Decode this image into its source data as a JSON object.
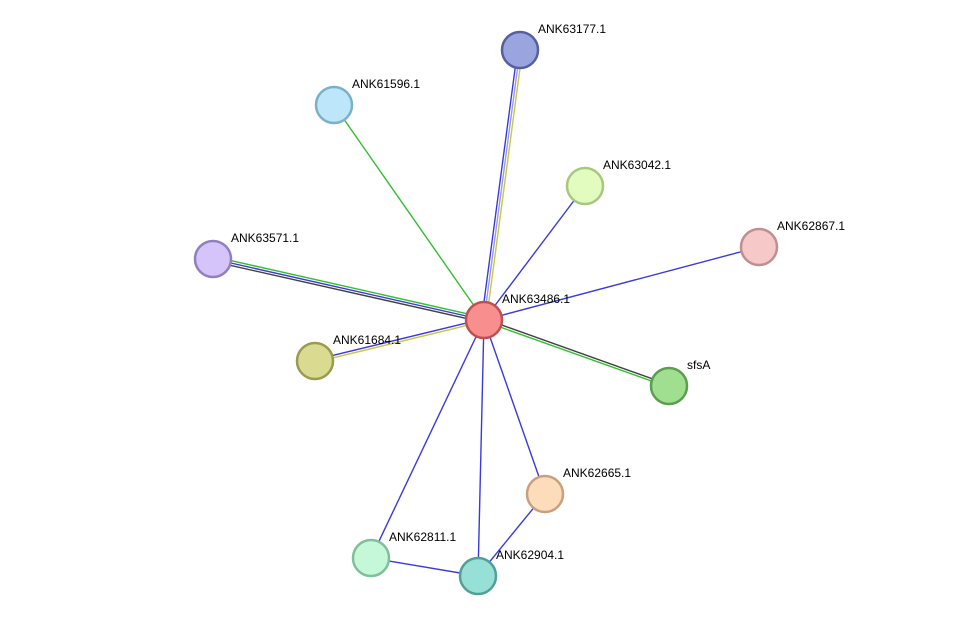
{
  "network": {
    "center": "ANK63486.1",
    "nodes": [
      {
        "id": "ANK63486.1",
        "label": "ANK63486.1",
        "fill": "#f88e8e",
        "stroke": "#c05050"
      },
      {
        "id": "ANK63177.1",
        "label": "ANK63177.1",
        "fill": "#9aa5e0",
        "stroke": "#5560a0"
      },
      {
        "id": "ANK61596.1",
        "label": "ANK61596.1",
        "fill": "#bde6fa",
        "stroke": "#7ab0c8"
      },
      {
        "id": "ANK63042.1",
        "label": "ANK63042.1",
        "fill": "#e2fcc0",
        "stroke": "#a8c880"
      },
      {
        "id": "ANK62867.1",
        "label": "ANK62867.1",
        "fill": "#f7c8c8",
        "stroke": "#c09090"
      },
      {
        "id": "ANK63571.1",
        "label": "ANK63571.1",
        "fill": "#d4c4fa",
        "stroke": "#9080c0"
      },
      {
        "id": "ANK61684.1",
        "label": "ANK61684.1",
        "fill": "#dada90",
        "stroke": "#9a9a50"
      },
      {
        "id": "sfsA",
        "label": "sfsA",
        "fill": "#a0de90",
        "stroke": "#5a9e50"
      },
      {
        "id": "ANK62665.1",
        "label": "ANK62665.1",
        "fill": "#fddcbc",
        "stroke": "#c8a080"
      },
      {
        "id": "ANK62811.1",
        "label": "ANK62811.1",
        "fill": "#c4f8d8",
        "stroke": "#80c098"
      },
      {
        "id": "ANK62904.1",
        "label": "ANK62904.1",
        "fill": "#96e0d8",
        "stroke": "#50a098"
      }
    ],
    "edges": [
      {
        "source": "ANK63486.1",
        "target": "ANK63177.1",
        "colors": [
          "#3a3adc",
          "#9a9ae8",
          "#c8c840"
        ]
      },
      {
        "source": "ANK63486.1",
        "target": "ANK61596.1",
        "colors": [
          "#30c030"
        ]
      },
      {
        "source": "ANK63486.1",
        "target": "ANK63042.1",
        "colors": [
          "#3a3adc"
        ]
      },
      {
        "source": "ANK63486.1",
        "target": "ANK62867.1",
        "colors": [
          "#3a3adc"
        ]
      },
      {
        "source": "ANK63486.1",
        "target": "ANK63571.1",
        "colors": [
          "#404040",
          "#3a3adc",
          "#30c030"
        ]
      },
      {
        "source": "ANK63486.1",
        "target": "ANK61684.1",
        "colors": [
          "#c8c840",
          "#3a3adc"
        ]
      },
      {
        "source": "ANK63486.1",
        "target": "sfsA",
        "colors": [
          "#404040",
          "#30c030"
        ]
      },
      {
        "source": "ANK63486.1",
        "target": "ANK62665.1",
        "colors": [
          "#3a3adc"
        ]
      },
      {
        "source": "ANK63486.1",
        "target": "ANK62811.1",
        "colors": [
          "#3a3adc"
        ]
      },
      {
        "source": "ANK63486.1",
        "target": "ANK62904.1",
        "colors": [
          "#3a3adc"
        ]
      },
      {
        "source": "ANK62665.1",
        "target": "ANK62904.1",
        "colors": [
          "#3a3adc"
        ]
      },
      {
        "source": "ANK62811.1",
        "target": "ANK62904.1",
        "colors": [
          "#3a3adc"
        ]
      }
    ]
  }
}
